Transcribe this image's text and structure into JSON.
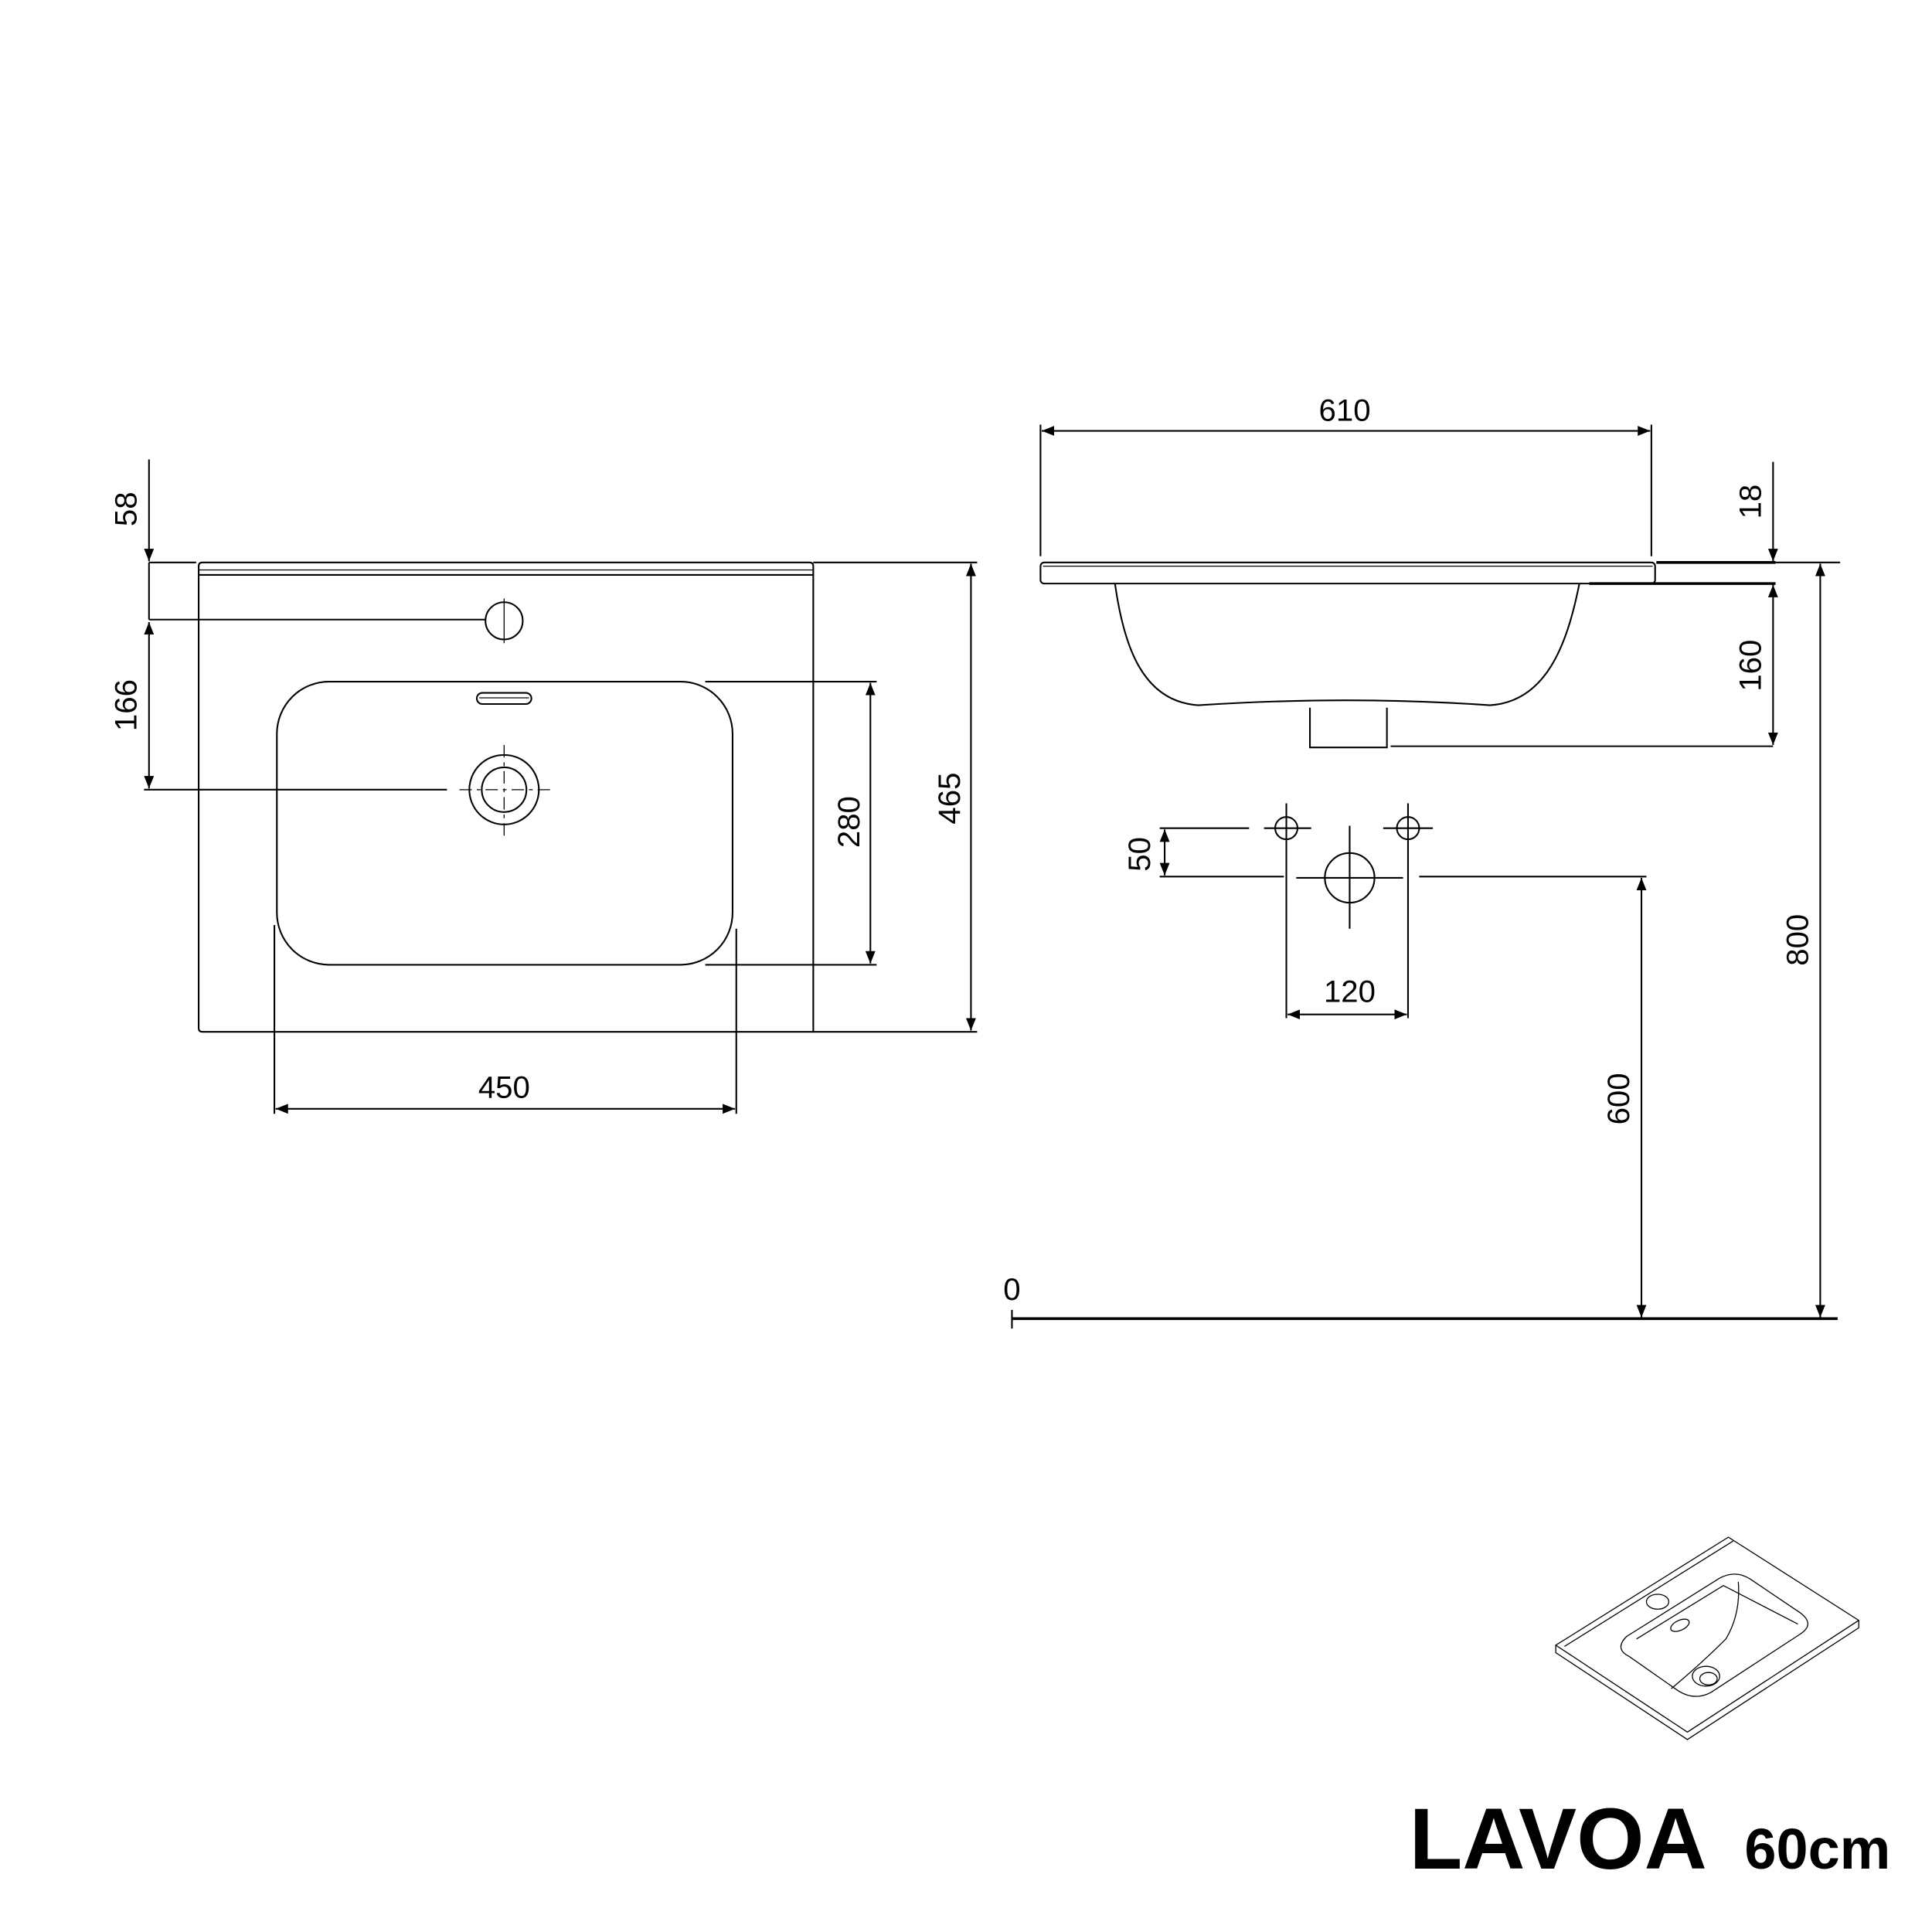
{
  "plan_view": {
    "dim_tap_offset": "58",
    "dim_tap_to_drain": "166",
    "dim_basin_depth": "280",
    "dim_total_depth": "465",
    "dim_basin_width": "450"
  },
  "side_view": {
    "dim_total_width": "610",
    "dim_slab_thickness": "18",
    "dim_bowl_height": "160",
    "dim_top_height": "800",
    "dim_tap_spacing_vertical": "50",
    "dim_tap_spacing": "120",
    "dim_drain_height": "600",
    "floor_label": "0"
  },
  "title": {
    "product_name": "LAVOA",
    "size": "60cm"
  },
  "colors": {
    "line": "#000000",
    "background": "#ffffff"
  }
}
